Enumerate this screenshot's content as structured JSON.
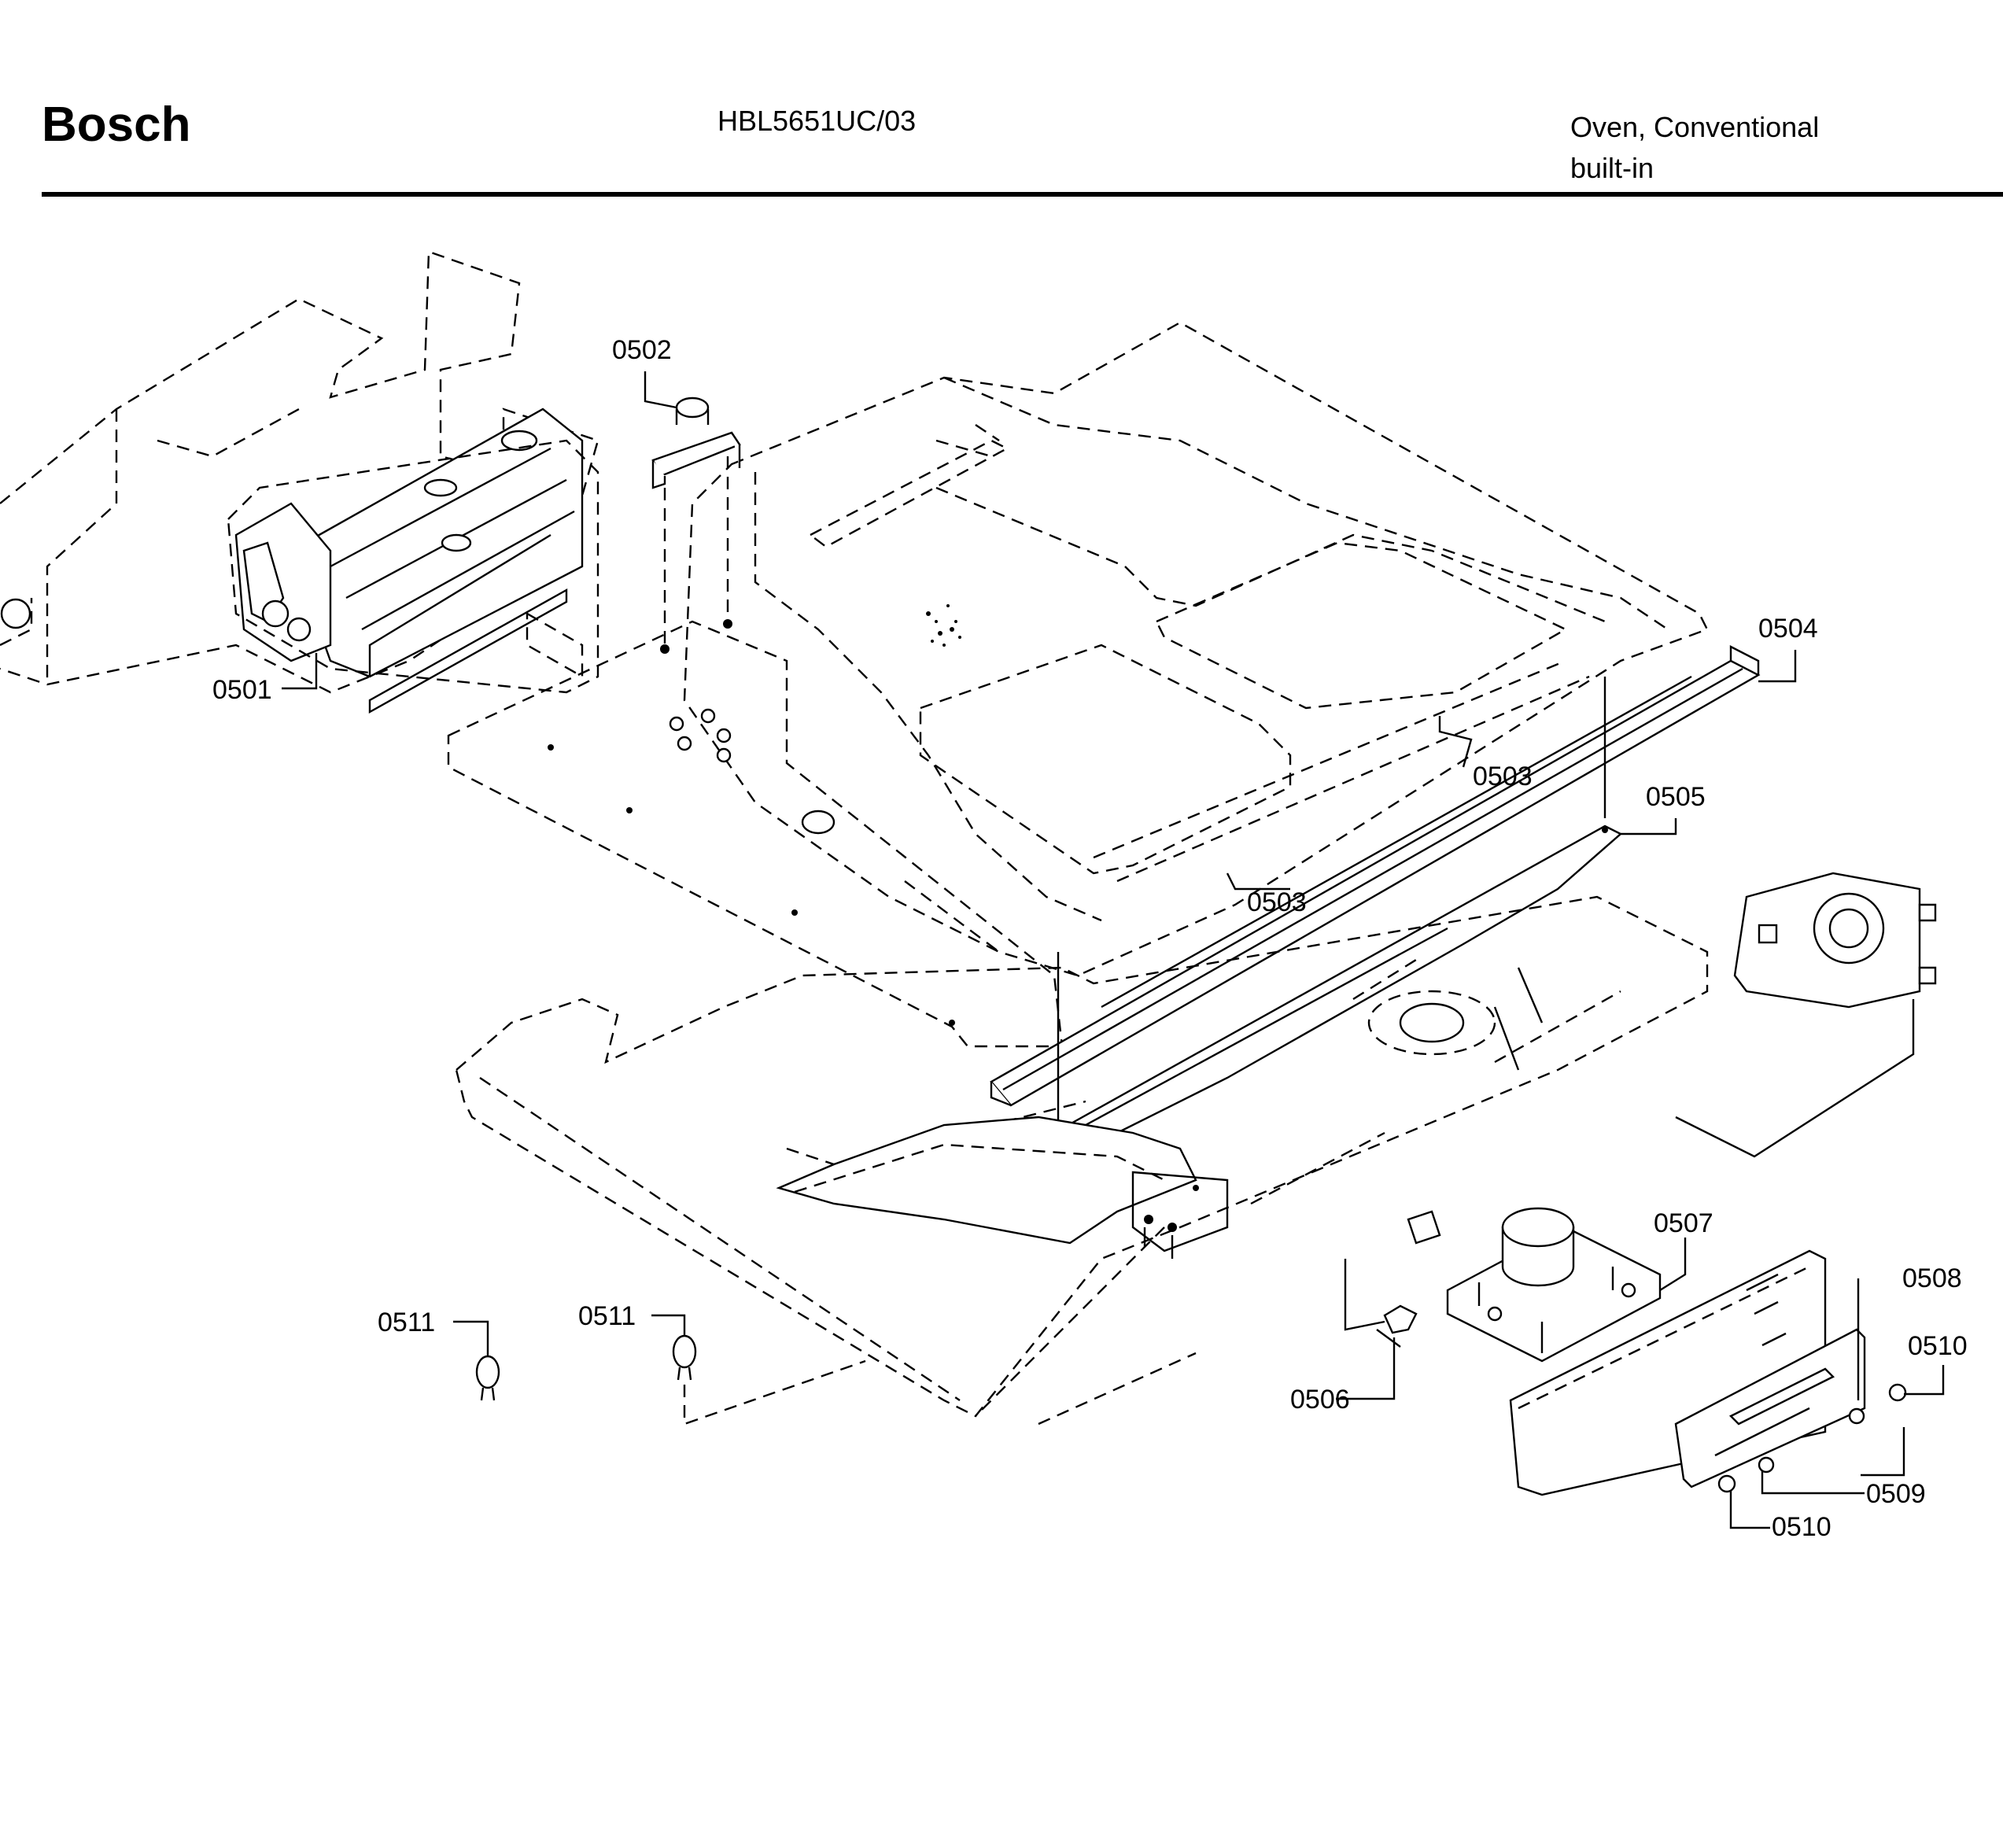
{
  "header": {
    "brand": "Bosch",
    "model": "HBL5651UC/03",
    "description_line1": "Oven, Conventional",
    "description_line2": "built-in"
  },
  "callouts": {
    "c0501": "0501",
    "c0502": "0502",
    "c0503a": "0503",
    "c0503b": "0503",
    "c0504": "0504",
    "c0505": "0505",
    "c0506": "0506",
    "c0507": "0507",
    "c0508": "0508",
    "c0509": "0509",
    "c0510a": "0510",
    "c0510b": "0510",
    "c0511a": "0511",
    "c0511b": "0511"
  }
}
